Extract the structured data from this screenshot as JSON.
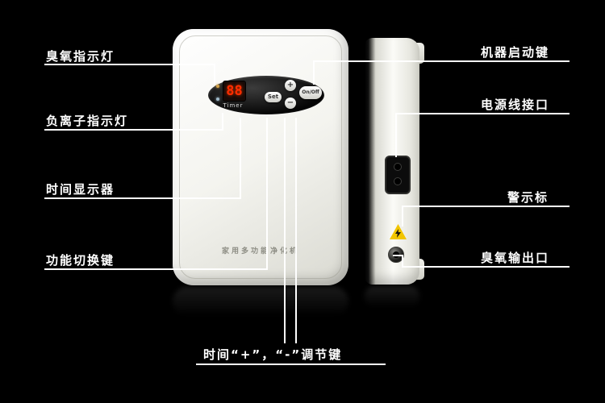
{
  "colors": {
    "background": "#000000",
    "digit_red": "#ff2d00",
    "warning_yellow": "#f2c500",
    "callout_white": "#ffffff"
  },
  "callouts": {
    "ozone_indicator": "臭氧指示灯",
    "negative_ion_indicator": "负离子指示灯",
    "time_display": "时间显示器",
    "function_switch": "功能切换键",
    "machine_start": "机器启动键",
    "power_cord_port": "电源线接口",
    "warning_sign": "警示标",
    "ozone_output": "臭氧输出口",
    "time_adjust": "时间“+”，“-”调节键"
  },
  "device": {
    "name": "家用多功能净化机",
    "timer_value": "88",
    "timer_label": "Timer",
    "set_button": "Set",
    "plus_button": "+",
    "minus_button": "−",
    "onoff_button": "On/Off"
  }
}
